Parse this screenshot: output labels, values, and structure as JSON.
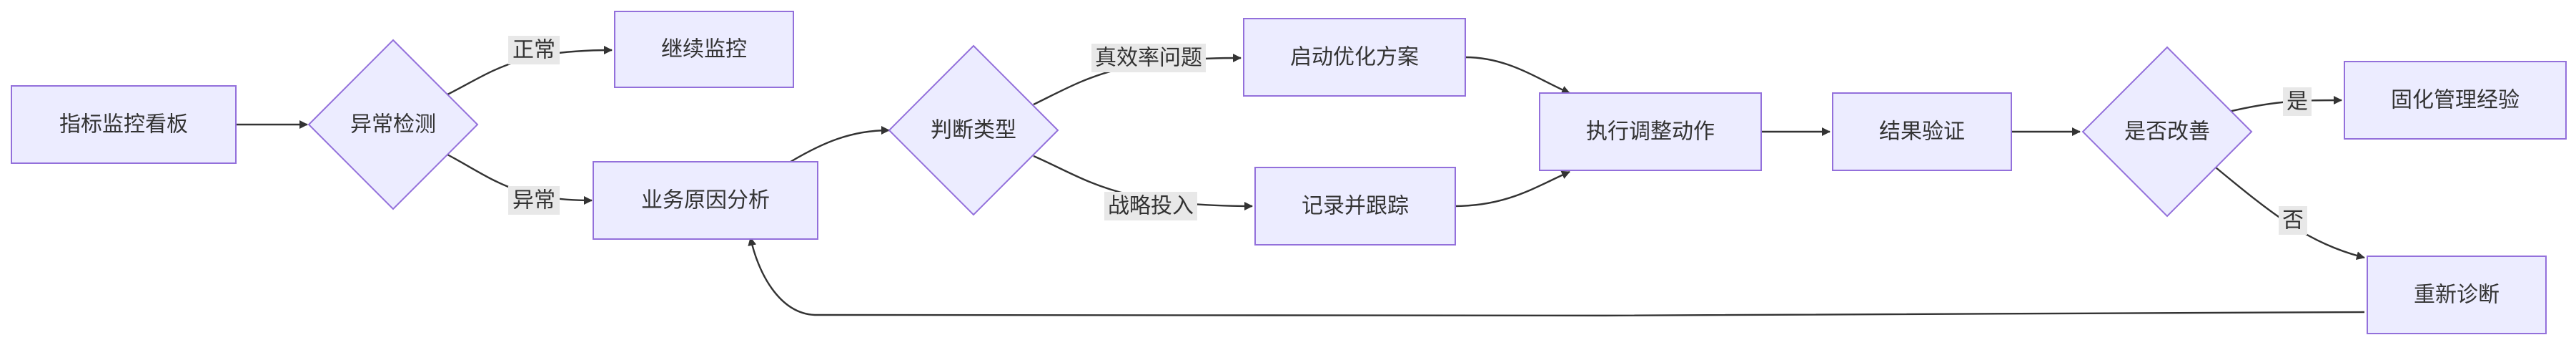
{
  "nodes": {
    "dashboard": "指标监控看板",
    "anomaly_check": "异常检测",
    "continue_monitor": "继续监控",
    "root_cause": "业务原因分析",
    "classify": "判断类型",
    "start_optimization": "启动优化方案",
    "record_track": "记录并跟踪",
    "execute_adjust": "执行调整动作",
    "verify_result": "结果验证",
    "improved_check": "是否改善",
    "solidify_experience": "固化管理经验",
    "rediagnose": "重新诊断"
  },
  "edge_labels": {
    "normal": "正常",
    "abnormal": "异常",
    "efficiency_issue": "真效率问题",
    "strategic_investment": "战略投入",
    "yes": "是",
    "no": "否"
  },
  "colors": {
    "node_fill": "#ECECFF",
    "node_stroke": "#9370DB",
    "edge": "#333333",
    "label_bg": "#e8e8e8",
    "text": "#333333"
  }
}
